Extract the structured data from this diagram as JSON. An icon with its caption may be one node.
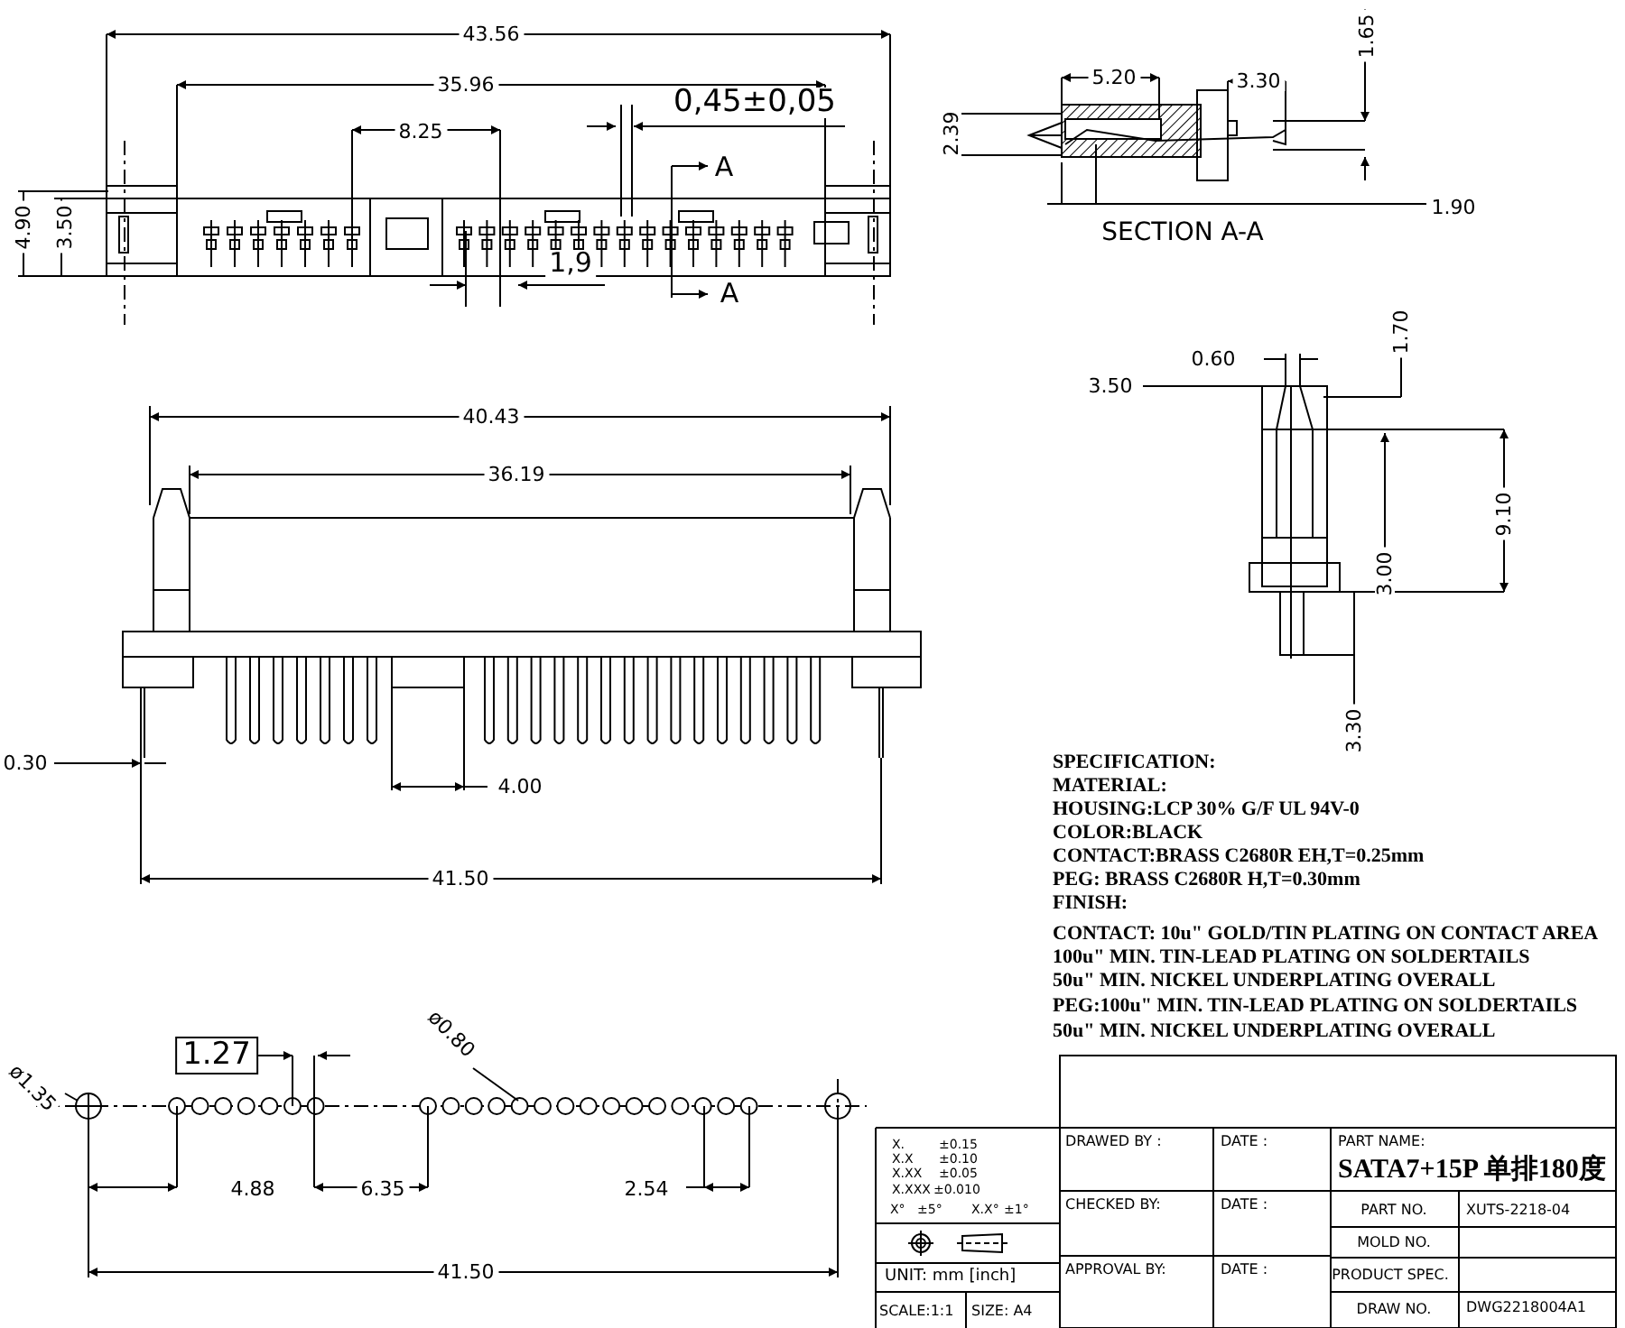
{
  "diagram": {
    "labels": [
      "43.56",
      "35.96",
      "0,45±0,05",
      "8.25",
      "A",
      "4.90",
      "3.50",
      "1,9",
      "A",
      "5.20",
      "3.30",
      "1.65",
      "2.39",
      "1.90",
      "SECTION A-A",
      "40.43",
      "36.19",
      "0.60",
      "1.70",
      "3.50",
      "9.10",
      "3.00",
      "0.30",
      "4.00",
      "3.30",
      "41.50",
      "SPECIFICATION:",
      "MATERIAL:",
      "HOUSING:LCP 30% G/F UL 94V-0",
      "COLOR:BLACK",
      "CONTACT:BRASS C2680R EH,T=0.25mm",
      "PEG: BRASS C2680R H,T=0.30mm",
      "FINISH:",
      "CONTACT: 10u\" GOLD/TIN PLATING ON CONTACT AREA",
      "100u\" MIN. TIN-LEAD PLATING ON SOLDERTAILS",
      "50u\" MIN. NICKEL UNDERPLATING OVERALL",
      "PEG:100u\" MIN. TIN-LEAD PLATING ON SOLDERTAILS",
      "50u\" MIN. NICKEL UNDERPLATING OVERALL",
      "1.27",
      "ø0.80",
      "ø1.35",
      "4.88",
      "6.35",
      "2.54",
      "41.50",
      "X.",
      "±0.15",
      "X.X",
      "±0.10",
      "X.XX",
      "±0.05",
      "X.XXX",
      "±0.010",
      "X°",
      "±5°",
      "X.X°",
      "±1°",
      "UNIT: mm [inch]",
      "SCALE:1:1",
      "SIZE: A4",
      "DRAWED BY :",
      "DATE :",
      "PART NAME:",
      "SATA7+15P 单排180度",
      "CHECKED BY:",
      "DATE :",
      "PART NO.",
      "XUTS-2218-04",
      "MOLD NO.",
      "APPROVAL BY:",
      "DATE :",
      "PRODUCT SPEC.",
      "DRAW NO.",
      "DWG2218004A1"
    ]
  }
}
